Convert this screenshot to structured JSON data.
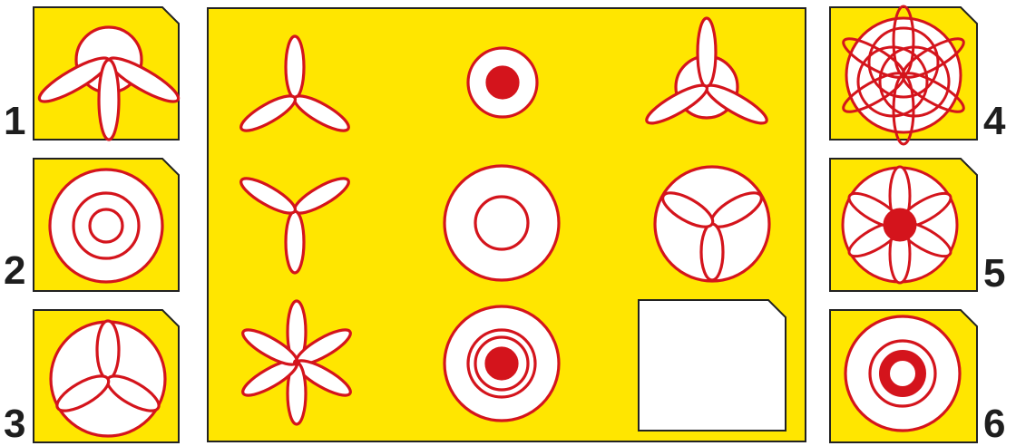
{
  "puzzle": {
    "colors": {
      "panel": "#ffe600",
      "stroke": "#d4141c",
      "fill": "#ffffff",
      "border": "#222222",
      "number": "#1e1e1e"
    },
    "grid": [
      [
        {
          "figure": "propeller-3-petals-up"
        },
        {
          "figure": "small-circle-red-dot"
        },
        {
          "figure": "circle-3-petals-up-overflow"
        }
      ],
      [
        {
          "figure": "propeller-3-petals-down"
        },
        {
          "figure": "circle-single-ring"
        },
        {
          "figure": "circle-3-petals-down"
        }
      ],
      [
        {
          "figure": "propeller-6-petals"
        },
        {
          "figure": "circle-double-ring-red-dot"
        },
        {
          "figure": "blank-answer-card"
        }
      ]
    ],
    "options": [
      {
        "number": "1",
        "figure": "small-circle-3-petals-down-overflow"
      },
      {
        "number": "2",
        "figure": "circle-double-ring"
      },
      {
        "number": "3",
        "figure": "circle-3-petals-down-inscribed"
      },
      {
        "number": "4",
        "figure": "circle-6-petals-double-overflow"
      },
      {
        "number": "5",
        "figure": "circle-6-petals-red-dot"
      },
      {
        "number": "6",
        "figure": "circle-double-ring-thick-red-ring"
      }
    ]
  }
}
